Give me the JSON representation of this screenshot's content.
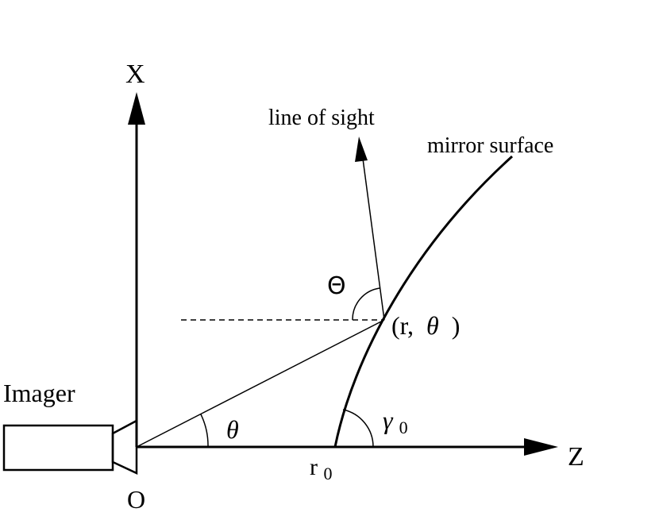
{
  "labels": {
    "x_axis": "X",
    "z_axis": "Z",
    "origin": "O",
    "imager": "Imager",
    "line_of_sight": "line of sight",
    "mirror_surface": "mirror surface",
    "big_theta": "Θ",
    "point_open": "(r,",
    "point_theta": "θ",
    "point_close": ")",
    "theta": "θ",
    "gamma_symbol": "γ",
    "gamma_sub": "0",
    "r_symbol": "r",
    "r_sub": "0"
  }
}
